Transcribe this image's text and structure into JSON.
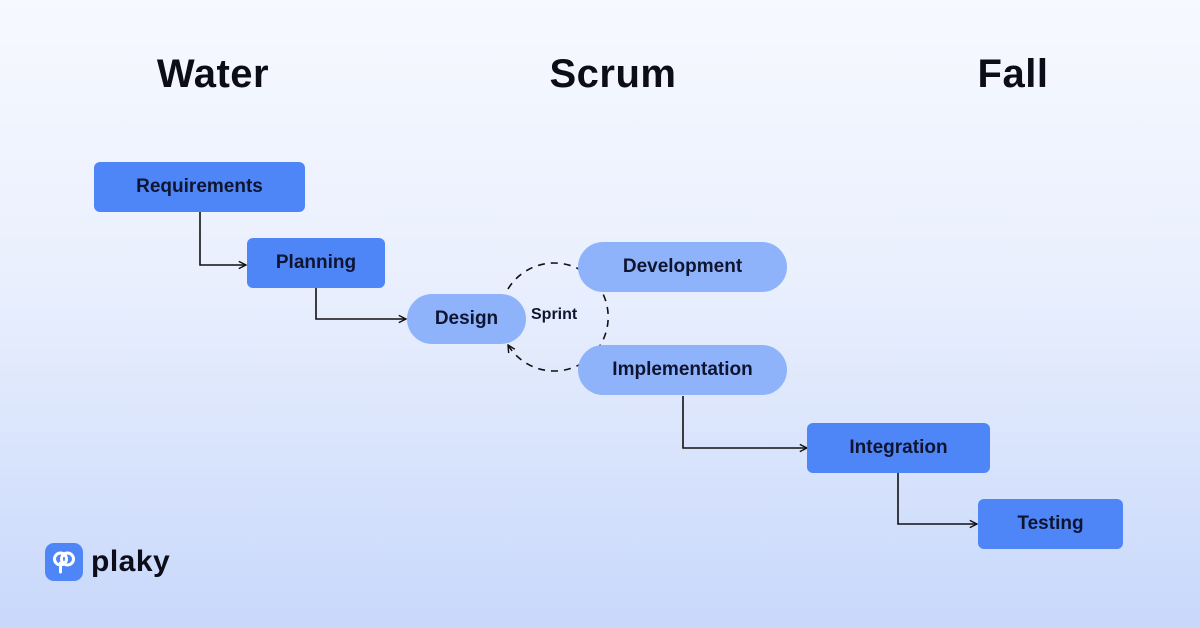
{
  "headings": {
    "left": "Water",
    "middle": "Scrum",
    "right": "Fall"
  },
  "nodes": {
    "requirements": "Requirements",
    "planning": "Planning",
    "design": "Design",
    "development": "Development",
    "implementation": "Implementation",
    "integration": "Integration",
    "testing": "Testing"
  },
  "sprint_label": "Sprint",
  "brand": {
    "name": "plaky",
    "logo_icon": "plaky-logo-icon",
    "accent_color": "#4f86f7",
    "pill_color": "#8fb3fb"
  }
}
